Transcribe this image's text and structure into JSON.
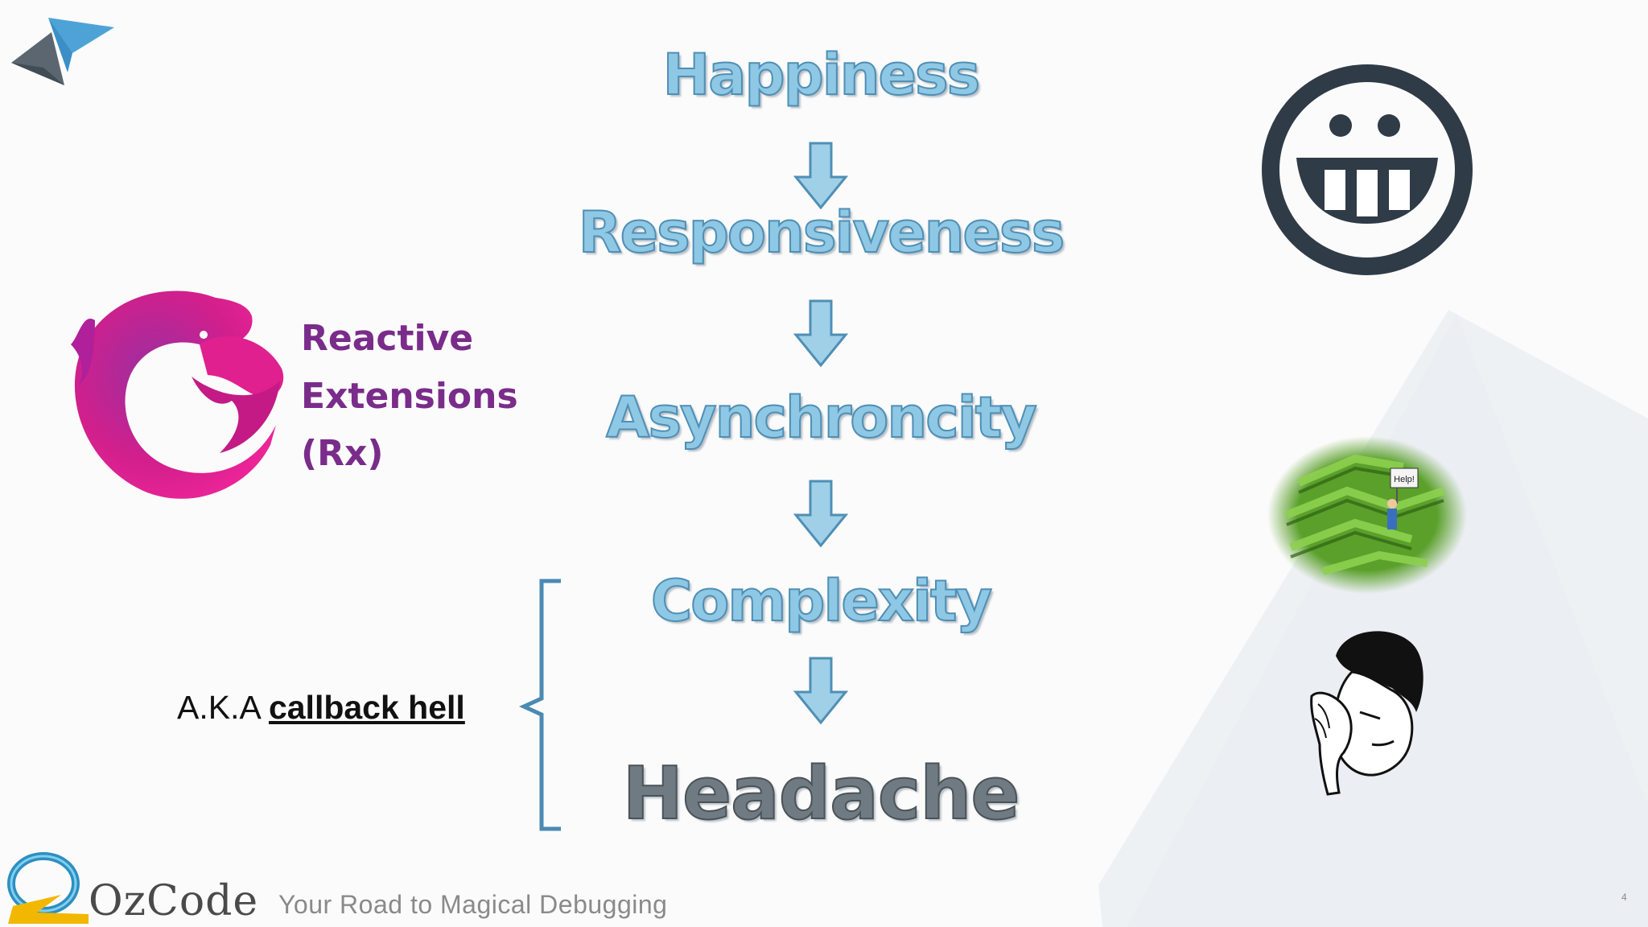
{
  "flow": {
    "step1": "Happiness",
    "step2": "Responsiveness",
    "step3": "Asynchroncity",
    "step4": "Complexity",
    "step5": "Headache"
  },
  "rx": {
    "line1": "Reactive",
    "line2": "Extensions",
    "line3": "(Rx)"
  },
  "aka": {
    "prefix": "A.K.A ",
    "link": "callback hell"
  },
  "maze_sign": "Help!",
  "footer": {
    "brand": "OzCode",
    "tagline": "Your Road to Magical Debugging",
    "page_number": "4"
  },
  "colors": {
    "flow_fill": "#8ec8e4",
    "flow_stroke": "#4f8fb5",
    "headache": "#6f7a82",
    "rx_purple": "#7a2c8a",
    "rx_pink": "#e4007a"
  },
  "icons": [
    "corner-logo-icon",
    "grin-face-icon",
    "rx-eel-logo-icon",
    "maze-image",
    "headache-man-image",
    "ozcode-logo-icon"
  ]
}
